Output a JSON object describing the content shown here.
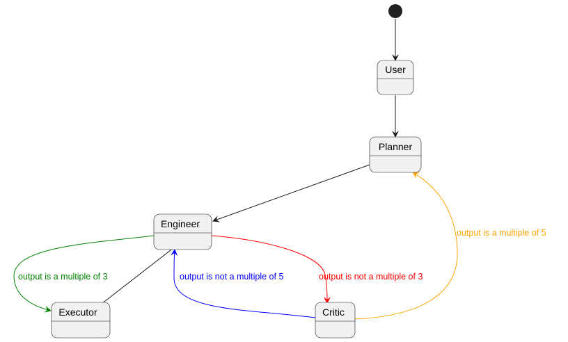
{
  "diagram": {
    "type": "state-diagram",
    "states": {
      "user": "User",
      "planner": "Planner",
      "engineer": "Engineer",
      "executor": "Executor",
      "critic": "Critic"
    },
    "transitions": [
      {
        "from": "start",
        "to": "User",
        "label": "",
        "color": "#181818"
      },
      {
        "from": "User",
        "to": "Planner",
        "label": "",
        "color": "#181818"
      },
      {
        "from": "Planner",
        "to": "Engineer",
        "label": "",
        "color": "#181818"
      },
      {
        "from": "Engineer",
        "to": "Executor",
        "label": "output is a multiple of 3",
        "color": "#008000"
      },
      {
        "from": "Executor",
        "to": "Engineer",
        "label": "",
        "color": "#181818"
      },
      {
        "from": "Engineer",
        "to": "Critic",
        "label": "output is not a multiple of 3",
        "color": "#ff0000"
      },
      {
        "from": "Critic",
        "to": "Engineer",
        "label": "output is not a multiple of 5",
        "color": "#0000ff"
      },
      {
        "from": "Critic",
        "to": "Planner",
        "label": "output is a multiple of 5",
        "color": "#ffa500"
      }
    ],
    "colors": {
      "default_edge": "#181818",
      "state_fill": "#f1f1f1",
      "start_node": "#222222",
      "green": "#008000",
      "red": "#ff0000",
      "blue": "#0000ff",
      "orange": "#ffa500"
    }
  }
}
